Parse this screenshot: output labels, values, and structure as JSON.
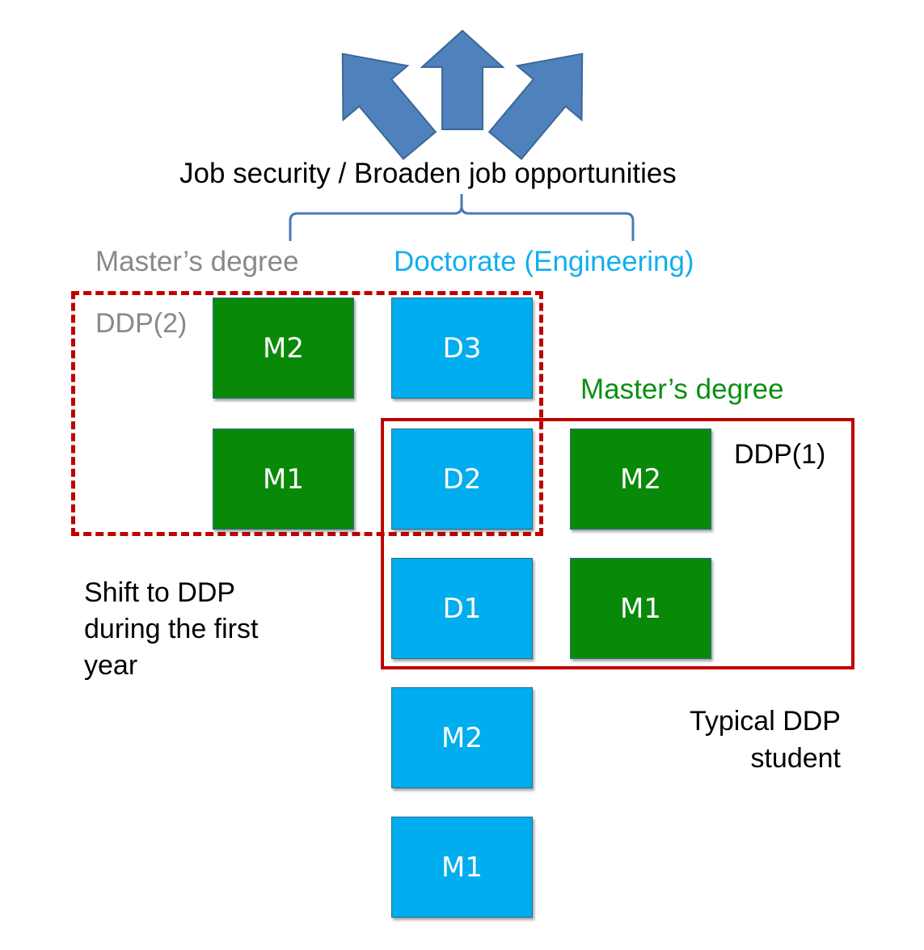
{
  "title": "Job security / Broaden job opportunities",
  "labels": {
    "masters_left": "Master’s degree",
    "doctorate": "Doctorate (Engineering)",
    "masters_right": "Master’s degree",
    "ddp2": "DDP(2)",
    "ddp1": "DDP(1)",
    "shift_note": [
      "Shift to DDP",
      "during the first",
      "year"
    ],
    "typical_note": [
      "Typical DDP",
      "student"
    ]
  },
  "boxes": {
    "left_col": [
      "M2",
      "M1"
    ],
    "center_col": [
      "D3",
      "D2",
      "D1",
      "M2",
      "M1"
    ],
    "right_col": [
      "M2",
      "M1"
    ]
  },
  "colors": {
    "arrow": "#4f81bd",
    "brace": "#4a7ab5",
    "green_box": "#088a08",
    "blue_box": "#00adef",
    "frame_red": "#c00000",
    "gray_label": "#898989",
    "blue_label": "#0fb0ec",
    "green_label": "#0b8f12"
  }
}
